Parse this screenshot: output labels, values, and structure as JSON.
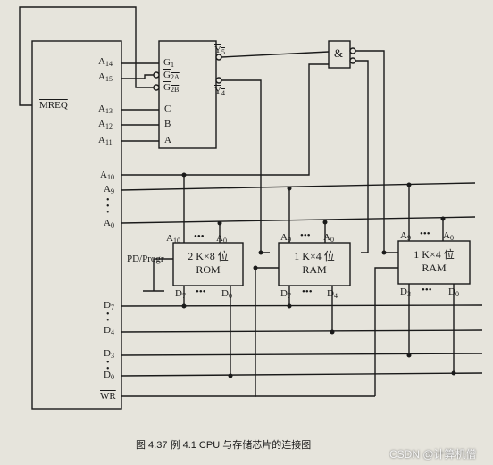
{
  "cpu": {
    "mreq": "MREQ",
    "pins": [
      "A14",
      "A15",
      "A13",
      "A12",
      "A11",
      "A10",
      "A9",
      "A0",
      "D7",
      "D4",
      "D3",
      "D0",
      "WR"
    ]
  },
  "decoder": {
    "inputs": [
      "G1",
      "G2A",
      "G2B",
      "C",
      "B",
      "A"
    ],
    "outputs": [
      "Y5",
      "Y4"
    ]
  },
  "gate": {
    "symbol": "&"
  },
  "rom": {
    "line1": "2 K×8 位",
    "line2": "ROM",
    "addr_hi": "A10",
    "addr_lo": "A0",
    "data_hi": "D7",
    "data_lo": "D0",
    "pd_label": "PD/Progr"
  },
  "ram1": {
    "line1": "1 K×4 位",
    "line2": "RAM",
    "addr_hi": "A9",
    "addr_lo": "A0",
    "data_hi": "D7",
    "data_lo": "D4"
  },
  "ram2": {
    "line1": "1 K×4 位",
    "line2": "RAM",
    "addr_hi": "A9",
    "addr_lo": "A0",
    "data_hi": "D3",
    "data_lo": "D0"
  },
  "dots": "•••",
  "caption": "图 4.37   例 4.1 CPU 与存储芯片的连接图",
  "watermark": "CSDN @计算机僧"
}
